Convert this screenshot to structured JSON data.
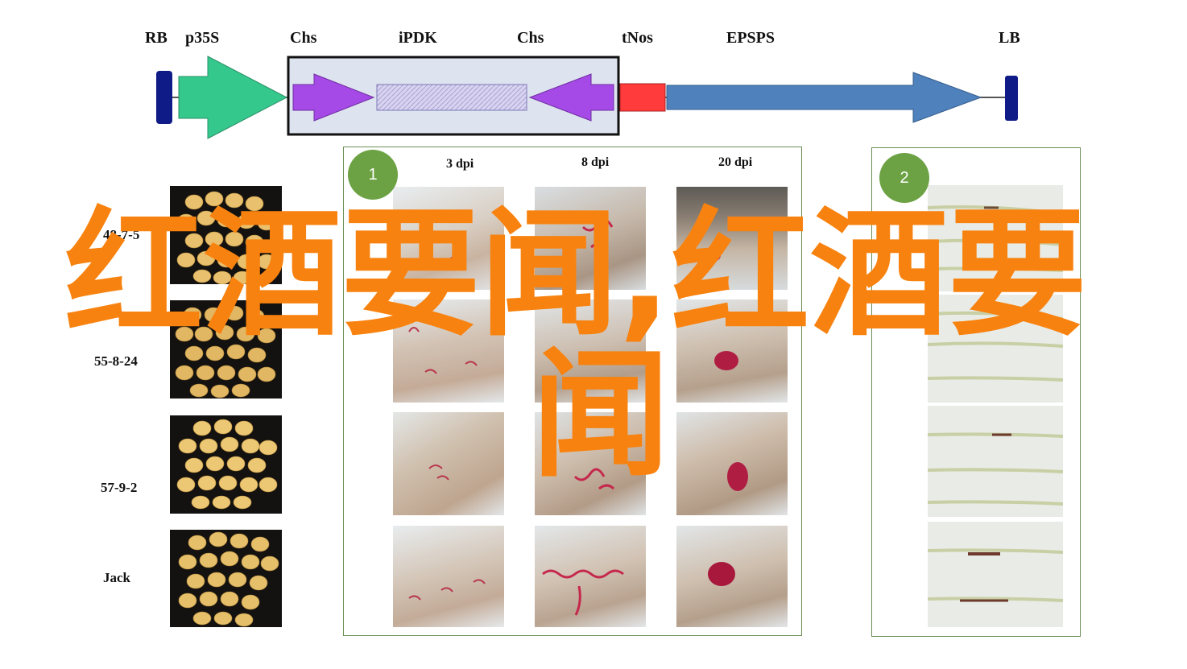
{
  "construct": {
    "labels": {
      "rb": "RB",
      "p35s": "p35S",
      "chs1": "Chs",
      "ipdk": "iPDK",
      "chs2": "Chs",
      "tnos": "tNos",
      "epsps": "EPSPS",
      "lb": "LB"
    },
    "colors": {
      "border": "#0f1b86",
      "promoter": "#35c88d",
      "chs": "#a54ae6",
      "ipdk": "#cfc9ea",
      "tnos": "#ff3b3b",
      "epsps": "#4f81bd",
      "box_fill": "#dde3ef"
    }
  },
  "lines": [
    {
      "label": "48-7-5"
    },
    {
      "label": "55-8-24"
    },
    {
      "label": "57-9-2"
    },
    {
      "label": "Jack"
    }
  ],
  "panel1": {
    "badge": "1",
    "dpi_labels": [
      "3 dpi",
      "8 dpi",
      "20 dpi"
    ]
  },
  "panel2": {
    "badge": "2"
  },
  "overlay": {
    "line1": "红酒要闻,红酒要",
    "line2": "闻"
  }
}
